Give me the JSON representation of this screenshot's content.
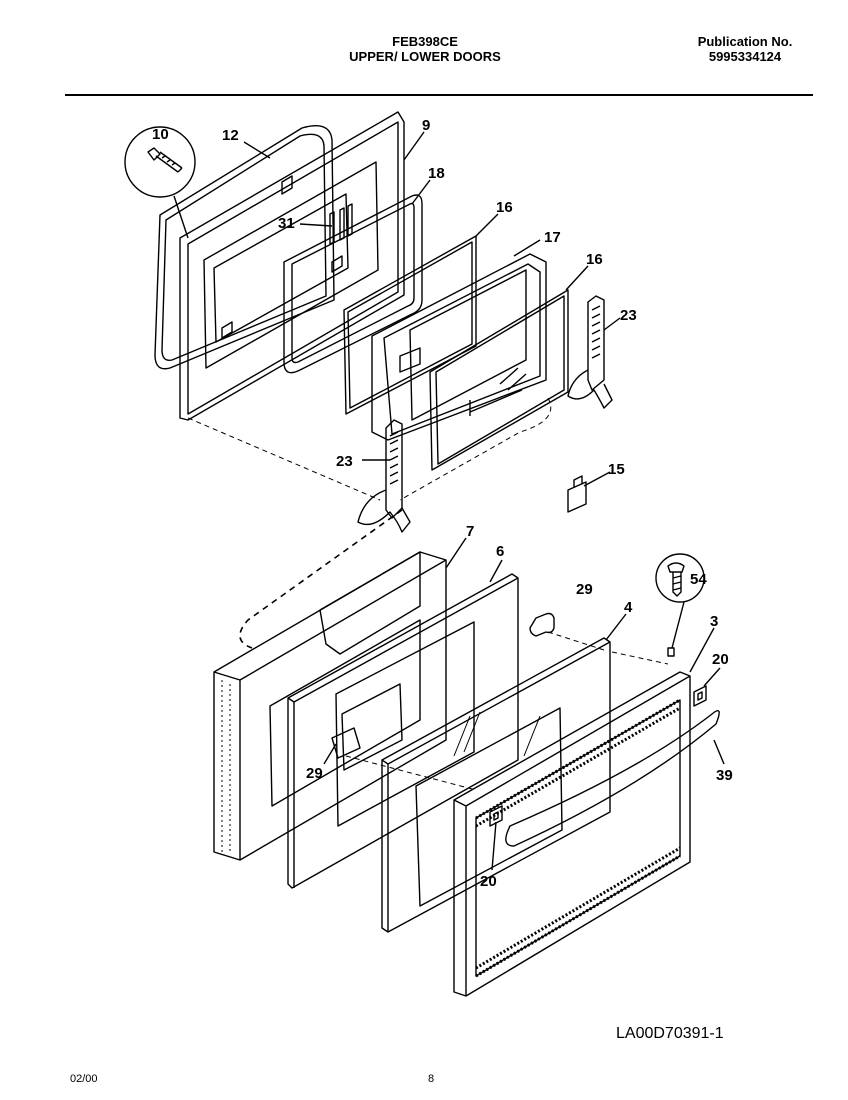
{
  "header": {
    "model": "FEB398CE",
    "section": "UPPER/ LOWER DOORS",
    "publication_label": "Publication No.",
    "publication_number": "5995334124"
  },
  "callouts": {
    "c10": "10",
    "c12": "12",
    "c9": "9",
    "c18": "18",
    "c16a": "16",
    "c17": "17",
    "c31": "31",
    "c16b": "16",
    "c23a": "23",
    "c23b": "23",
    "c15": "15",
    "c7": "7",
    "c6": "6",
    "c29a": "29",
    "c4": "4",
    "c3": "3",
    "c54": "54",
    "c20a": "20",
    "c29b": "29",
    "c39": "39",
    "c20b": "20"
  },
  "diagram_code": "LA00D70391-1",
  "footer": {
    "date": "02/00",
    "page": "8"
  }
}
